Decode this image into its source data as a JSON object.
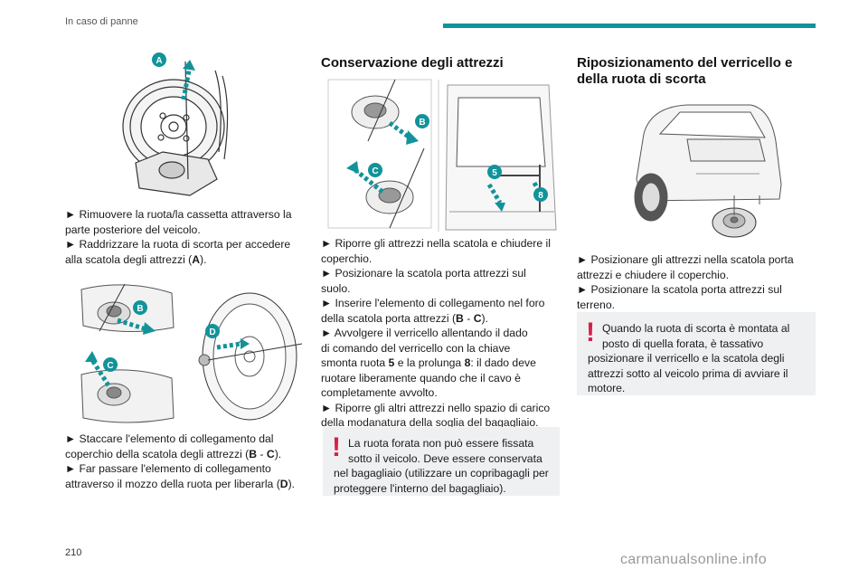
{
  "header": {
    "section": "In caso di panne"
  },
  "page_number": "210",
  "watermark": "carmanualsonline.info",
  "colors": {
    "accent": "#12939a",
    "warning": "#d71f4a",
    "note_bg": "#eef0f2"
  },
  "col1": {
    "figure1_label": "A",
    "para1": [
      "►  Rimuovere la ruota/la cassetta attraverso la",
      "parte posteriore del veicolo.",
      "► Raddrizzare la ruota di scorta per accedere",
      "alla scatola degli attrezzi ("
    ],
    "para1_bold": "A",
    "para1_end": ").",
    "figure2_labels": {
      "b": "B",
      "c": "C",
      "d": "D"
    },
    "para2": {
      "l1": "► Staccare l'elemento di collegamento dal",
      "l2a": "coperchio della scatola degli attrezzi (",
      "l2b": "B",
      "l2c": " - ",
      "l2d": "C",
      "l2e": ").",
      "l3": "► Far passare l'elemento di collegamento",
      "l4a": "attraverso il mozzo della ruota per liberarla (",
      "l4b": "D",
      "l4c": ")."
    }
  },
  "col2": {
    "title": "Conservazione degli attrezzi",
    "figure_labels": {
      "b": "B",
      "c": "C",
      "n5": "5",
      "n8": "8"
    },
    "p": {
      "l1": "► Riporre gli attrezzi nella scatola e chiudere il",
      "l2": "coperchio.",
      "l3": "► Posizionare la scatola porta attrezzi sul",
      "l4": "suolo.",
      "l5": "► Inserire l'elemento di collegamento nel foro",
      "l6a": "della scatola porta attrezzi (",
      "l6b": "B",
      "l6c": " - ",
      "l6d": "C",
      "l6e": ").",
      "l7": "► Avvolgere il verricello allentando il dado",
      "l8": "di comando del verricello con la chiave",
      "l9a": "smonta ruota ",
      "l9b": "5",
      "l9c": " e la prolunga ",
      "l9d": "8",
      "l9e": ": il dado deve",
      "l10": "ruotare liberamente quando che il cavo è",
      "l11": "completamente avvolto.",
      "l12": "► Riporre gli altri attrezzi nello spazio di carico",
      "l13": "della modanatura della soglia del bagagliaio."
    },
    "warning": [
      "La ruota forata non può essere fissata",
      "sotto il veicolo. Deve essere conservata",
      "nel bagagliaio (utilizzare un copribagagli per",
      "proteggere l'interno del bagagliaio)."
    ]
  },
  "col3": {
    "title_l1": "Riposizionamento del verricello e",
    "title_l2": "della ruota di scorta",
    "p": [
      "► Posizionare gli attrezzi nella scatola porta",
      "attrezzi e chiudere il coperchio.",
      "► Posizionare la scatola porta attrezzi sul",
      "terreno."
    ],
    "warning": [
      "Quando la ruota di scorta è montata al",
      "posto di quella forata, è tassativo",
      "posizionare il verricello e la scatola degli",
      "attrezzi sotto al veicolo prima di avviare il",
      "motore."
    ]
  }
}
